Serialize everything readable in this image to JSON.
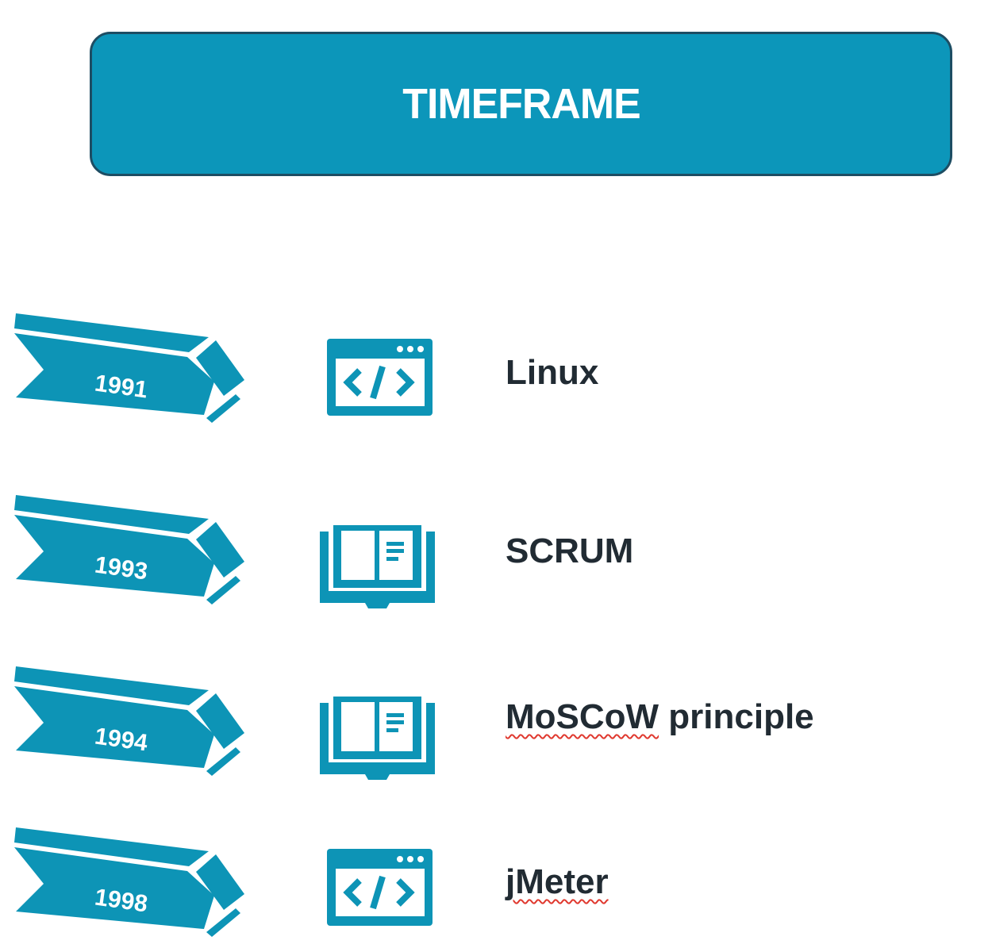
{
  "title": "TIMEFRAME",
  "colors": {
    "teal": "#0D94B6",
    "header_fill": "#0C96BA",
    "header_border": "#1D4D63",
    "label_text": "#212B33",
    "year_text": "#FFFFFF",
    "spellcheck_red": "#E0392F",
    "background": "#FFFFFF"
  },
  "timeline": {
    "rows": [
      {
        "year": "1991",
        "icon": "code-window-icon",
        "label": "Linux",
        "label_main": "Linux",
        "label_rest": "",
        "spellcheck_underline": false
      },
      {
        "year": "1993",
        "icon": "open-book-icon",
        "label": "SCRUM",
        "label_main": "SCRUM",
        "label_rest": "",
        "spellcheck_underline": false
      },
      {
        "year": "1994",
        "icon": "open-book-icon",
        "label": "MoSCoW principle",
        "label_main": "MoSCoW",
        "label_rest": " principle",
        "spellcheck_underline": true
      },
      {
        "year": "1998",
        "icon": "code-window-icon",
        "label": "jMeter",
        "label_main": "jMeter",
        "label_rest": "",
        "spellcheck_underline": true
      }
    ]
  }
}
